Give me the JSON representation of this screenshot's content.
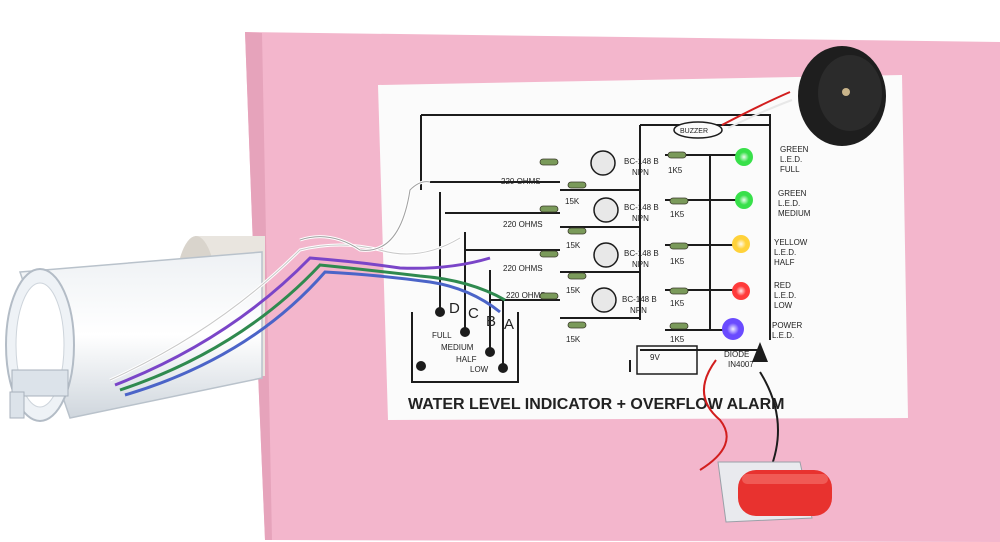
{
  "schematic": {
    "title": "WATER LEVEL INDICATOR + OVERFLOW ALARM",
    "buzzer_label": "BUZZER",
    "resistor_220": "220 OHMS",
    "resistor_15k": "15K",
    "resistor_1k5": "1K5",
    "transistor_part": "BC-148 B",
    "transistor_type": "NPN",
    "probes": [
      "D",
      "C",
      "B",
      "A"
    ],
    "levels": [
      "FULL",
      "MEDIUM",
      "HALF",
      "LOW"
    ],
    "leds": [
      {
        "line1": "GREEN",
        "line2": "L.E.D.",
        "line3": "FULL",
        "color": "#38e04a"
      },
      {
        "line1": "GREEN",
        "line2": "L.E.D.",
        "line3": "MEDIUM",
        "color": "#38e04a"
      },
      {
        "line1": "YELLOW",
        "line2": "L.E.D.",
        "line3": "HALF",
        "color": "#ffd23a"
      },
      {
        "line1": "RED",
        "line2": "L.E.D.",
        "line3": "LOW",
        "color": "#ff3b3b"
      },
      {
        "line1": "POWER",
        "line2": "L.E.D.",
        "line3": "",
        "color": "#6a4bff"
      }
    ],
    "battery_label": "9V",
    "diode_label": "DIODE",
    "diode_part": "IN4007"
  },
  "colors": {
    "board": "#f3b6cc",
    "paper": "#fbfbfb",
    "battery_cap": "#e8322f",
    "wire_red": "#d21e1e"
  }
}
